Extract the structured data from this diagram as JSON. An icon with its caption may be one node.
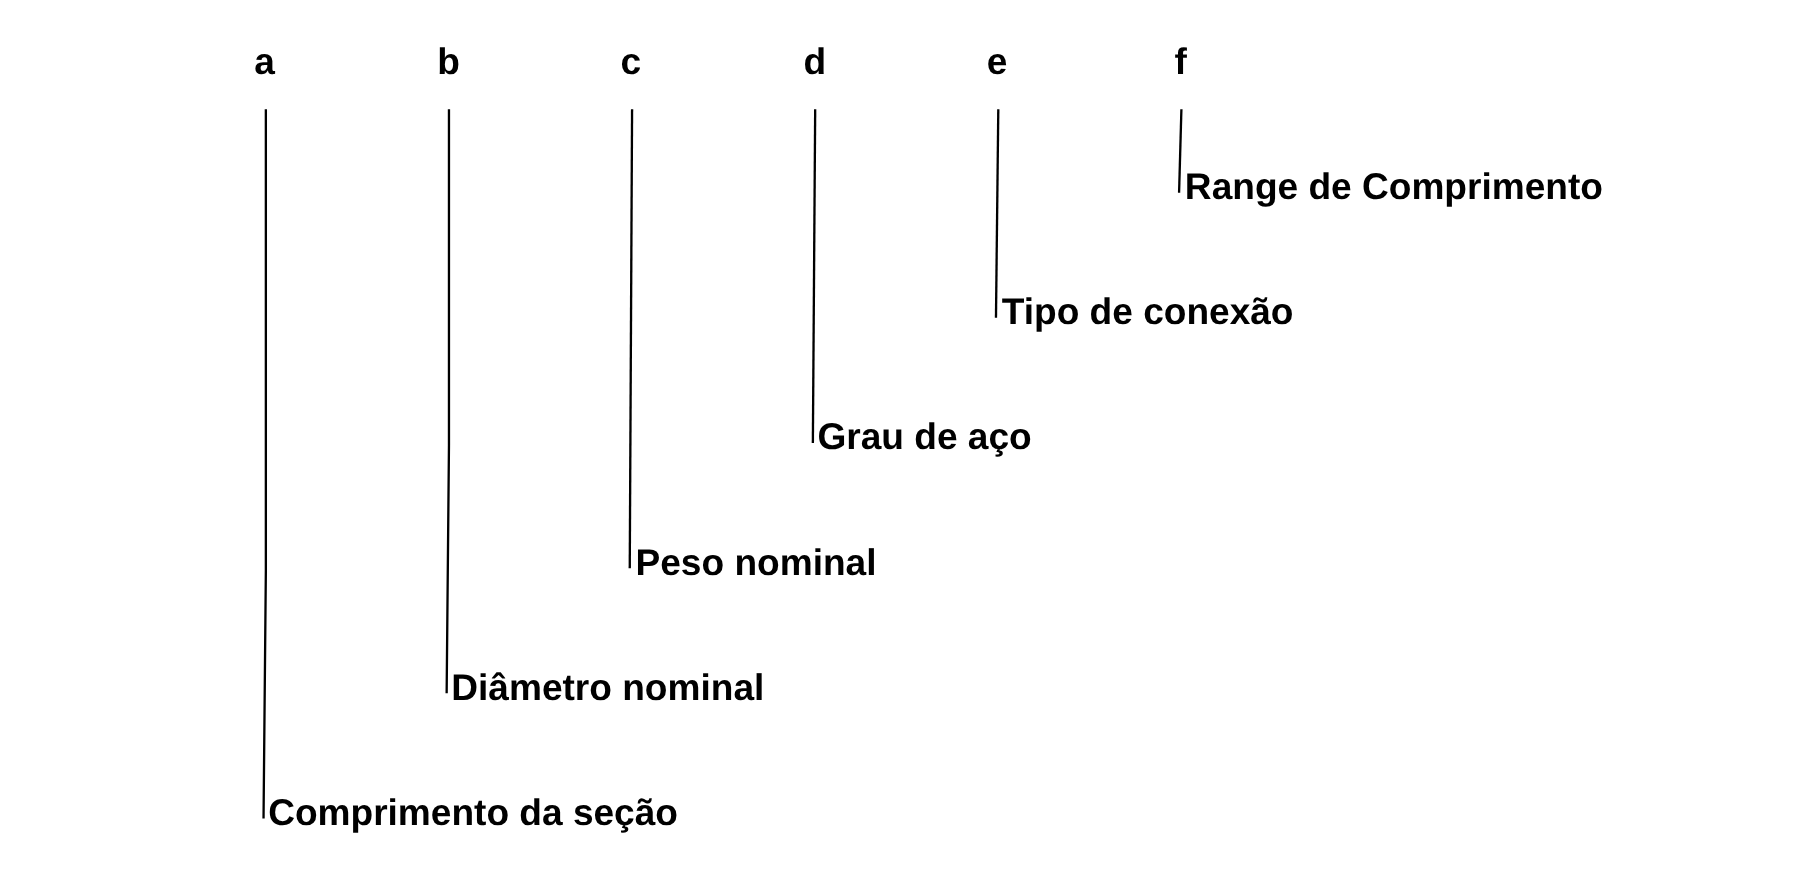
{
  "diagram": {
    "nodes": [
      {
        "text": [
          "a"
        ]
      },
      {
        "text": [
          "b"
        ]
      },
      {
        "text": [
          "c"
        ]
      },
      {
        "text": [
          "d"
        ]
      },
      {
        "text": [
          "e"
        ]
      },
      {
        "text": [
          "f"
        ]
      },
      {
        "text": [
          "Range de Comprimento"
        ]
      },
      {
        "text": [
          "Tipo de conexão"
        ]
      },
      {
        "text": [
          "Grau de aço"
        ]
      },
      {
        "text": [
          "Peso nominal"
        ]
      },
      {
        "text": [
          "Diâmetro nominal"
        ]
      },
      {
        "text": [
          "Comprimento da seção"
        ]
      }
    ],
    "edges": [
      {
        "from": 0,
        "to": 11,
        "arrow": "none"
      },
      {
        "from": 1,
        "to": 10,
        "arrow": "none"
      },
      {
        "from": 2,
        "to": 9,
        "arrow": "none"
      },
      {
        "from": 3,
        "to": 8,
        "arrow": "none"
      },
      {
        "from": 4,
        "to": 7,
        "arrow": "none"
      },
      {
        "from": 5,
        "to": 6,
        "arrow": "none"
      }
    ]
  }
}
